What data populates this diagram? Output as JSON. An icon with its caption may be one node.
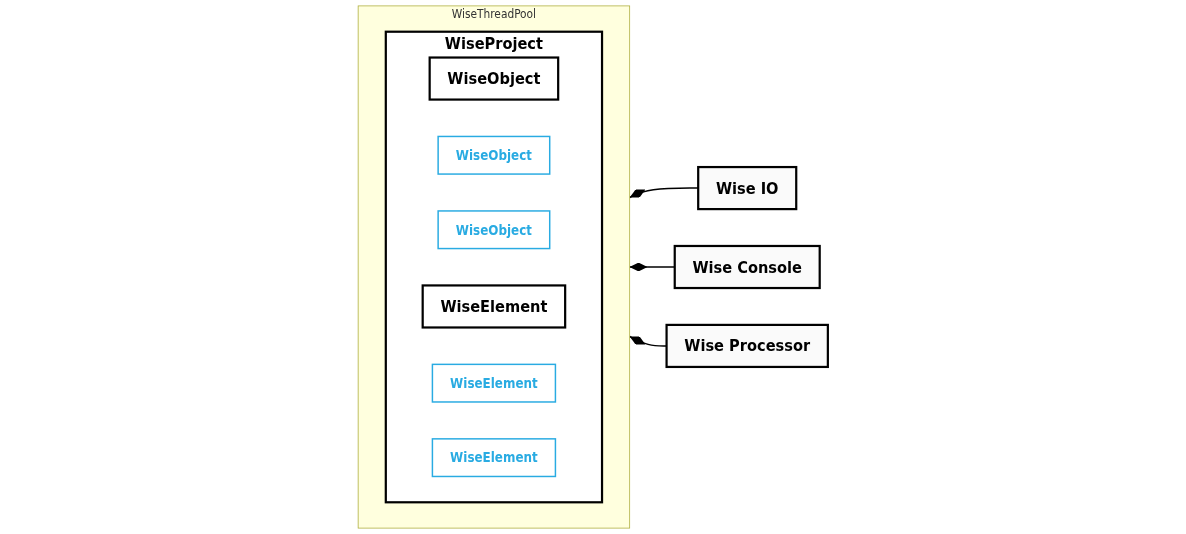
{
  "diagram": {
    "nodes": [
      {
        "text": [
          "WiseThreadPool"
        ]
      },
      {
        "text": [
          "WiseProject"
        ],
        "in": 0
      },
      {
        "text": [
          "WiseObject"
        ],
        "in": 1
      },
      {
        "text": [
          "WiseObject"
        ],
        "in": 1
      },
      {
        "text": [
          "WiseObject"
        ],
        "in": 1
      },
      {
        "text": [
          "WiseElement"
        ],
        "in": 1
      },
      {
        "text": [
          "WiseElement"
        ],
        "in": 1
      },
      {
        "text": [
          "WiseElement"
        ],
        "in": 1
      },
      {
        "text": [
          "Wise IO"
        ]
      },
      {
        "text": [
          "Wise Console"
        ]
      },
      {
        "text": [
          "Wise Processor"
        ]
      }
    ],
    "edges": [
      {
        "from": 8,
        "to": 0,
        "arrow": "other"
      },
      {
        "from": 9,
        "to": 0,
        "arrow": "other"
      },
      {
        "from": 10,
        "to": 0,
        "arrow": "other"
      }
    ]
  }
}
